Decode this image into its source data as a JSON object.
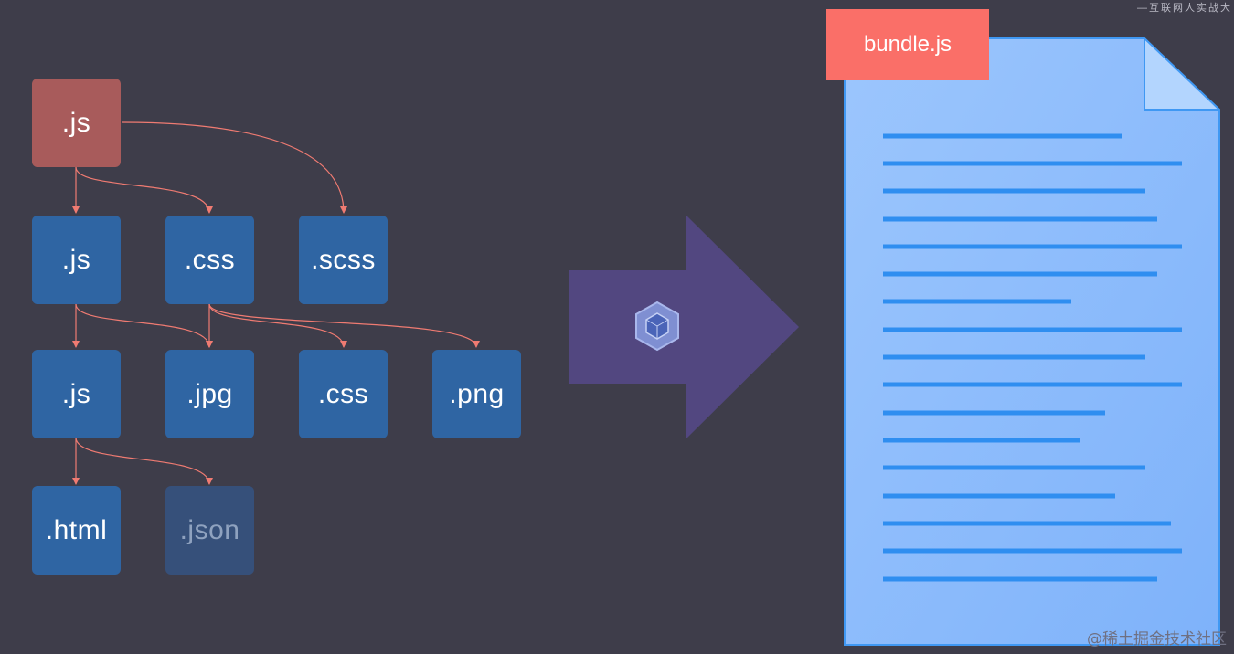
{
  "watermark_top": "—互联网人实战大",
  "watermark_bottom": "@稀土掘金技术社区",
  "colors": {
    "background": "#3e3d4a",
    "root_node": "#a85b5b",
    "node": "#2f65a3",
    "faded_node": "#36507a",
    "connector": "#f07b72",
    "arrow": "#524780",
    "document": "#8ab9fb",
    "document_line": "#2f8ef0",
    "bundle_tab": "#fa6f68"
  },
  "nodes": {
    "root": ".js",
    "r1_js": ".js",
    "r1_css": ".css",
    "r1_scss": ".scss",
    "r2_js": ".js",
    "r2_jpg": ".jpg",
    "r2_css": ".css",
    "r2_png": ".png",
    "r3_html": ".html",
    "r3_json": ".json"
  },
  "arrow_icon": "webpack-cube-icon",
  "bundle": {
    "label": "bundle.js",
    "icon": "document-icon"
  }
}
